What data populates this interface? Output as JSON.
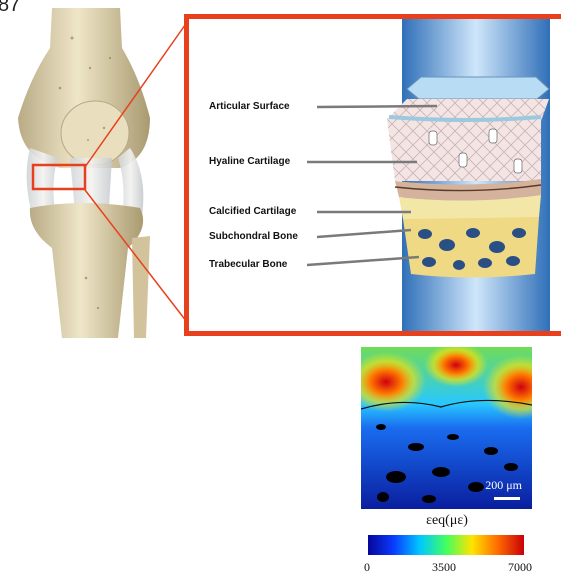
{
  "figure": {
    "number": "87"
  },
  "layers": [
    {
      "label": "Articular Surface"
    },
    {
      "label": "Hyaline Cartilage"
    },
    {
      "label": "Calcified Cartilage"
    },
    {
      "label": "Subchondral Bone"
    },
    {
      "label": "Trabecular Bone"
    }
  ],
  "strain_map": {
    "scale_bar_label": "200 μm",
    "colorbar_title": "εeq(με)",
    "colorbar_min": "0",
    "colorbar_mid": "3500",
    "colorbar_max": "7000",
    "colormap": [
      "#06069a",
      "#0a3cff",
      "#00c8ff",
      "#40ff60",
      "#ffe400",
      "#ff6a00",
      "#c8000a"
    ]
  },
  "colors": {
    "frame": "#e8401c",
    "bone": "#e4d9b6",
    "cartilage_layer": "#f5e3e3",
    "subchondral_bone": "#f3e7a8",
    "background_gradient": "#3f7fc0"
  }
}
